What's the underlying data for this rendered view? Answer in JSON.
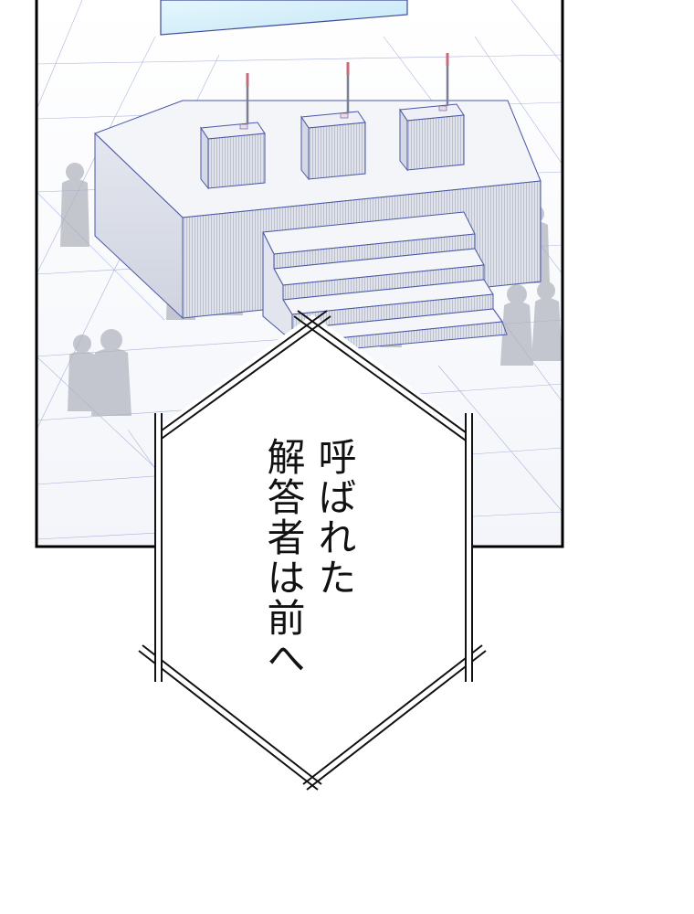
{
  "speech_bubble": {
    "lines": [
      "呼ばれた",
      "解答者は前へ"
    ]
  },
  "colors": {
    "panel_border": "#000000",
    "screen_fill": "#d9f1fb",
    "grid": "#4b5bb3",
    "stage_top": "#f2f4f8",
    "stage_side": "#d8dbe6",
    "silhouette": "#a9acb6",
    "antenna_tip": "#c96a78"
  },
  "icons": [
    "quiz-stage",
    "answer-podium",
    "antenna",
    "audience-silhouette",
    "hexagon-speech-bubble"
  ]
}
